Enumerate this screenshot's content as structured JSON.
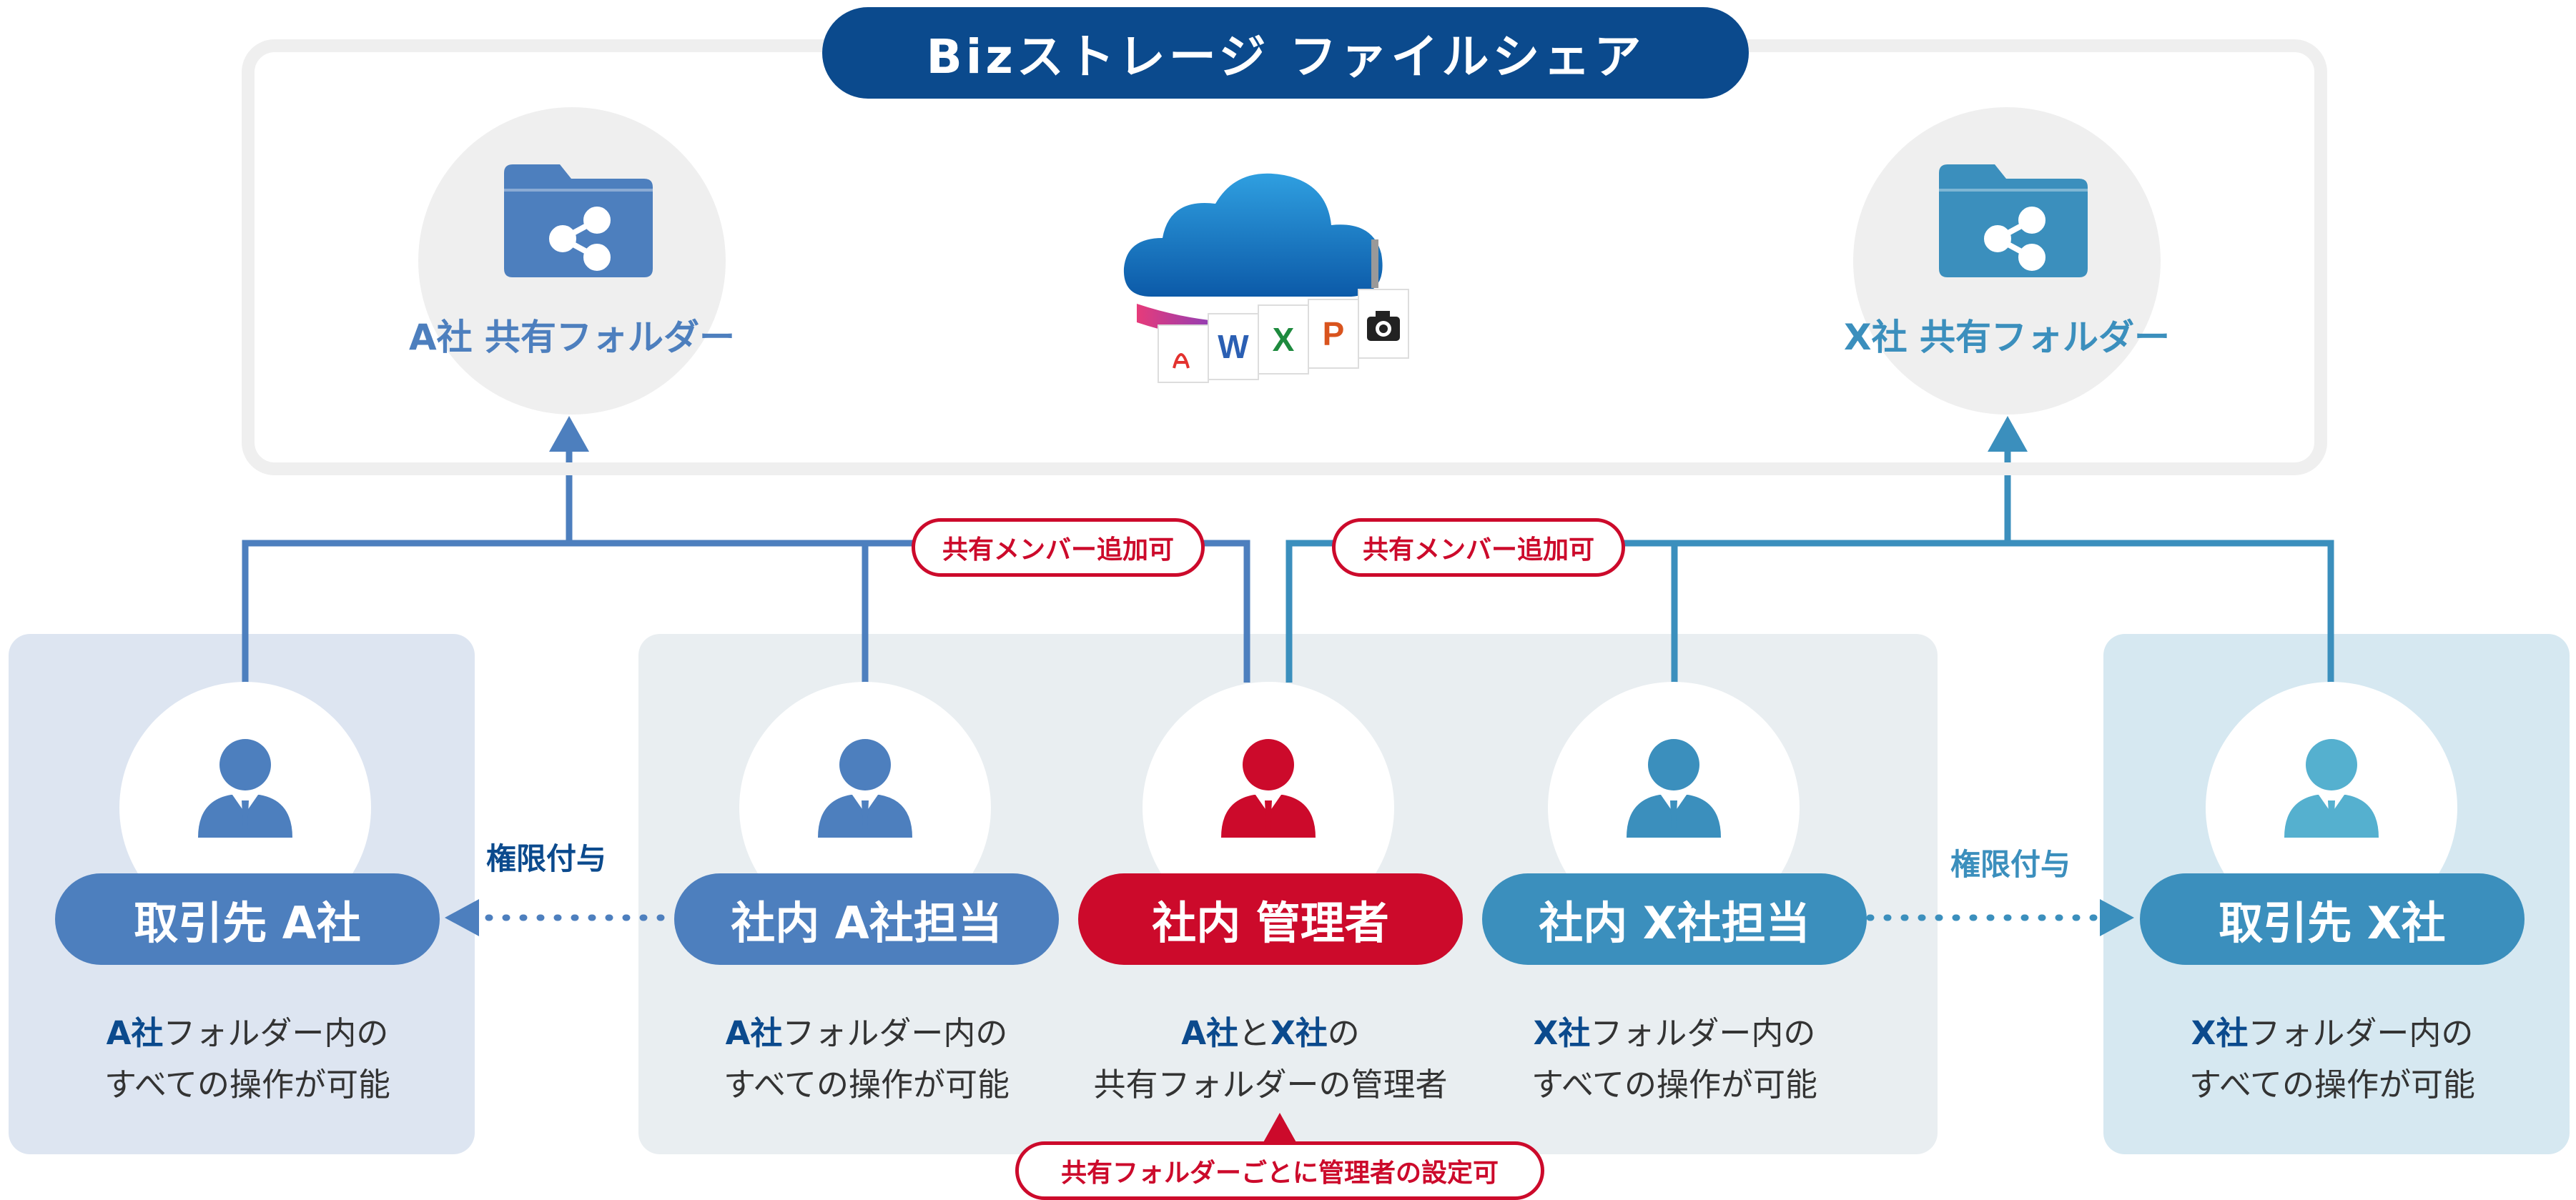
{
  "title": "Bizストレージ ファイルシェア",
  "folders": {
    "a": {
      "label": "A社 共有フォルダー",
      "color": "#4d7fbe"
    },
    "x": {
      "label": "X社 共有フォルダー",
      "color": "#3b8fbd"
    }
  },
  "cloud": {
    "app_letters": [
      "W",
      "X",
      "P"
    ]
  },
  "tags": {
    "member_add": "共有メンバー追加可",
    "admin_per_folder": "共有フォルダーごとに管理者の設定可"
  },
  "grant_label": "権限付与",
  "roles": [
    {
      "key": "partner_a",
      "label": "取引先 A社",
      "desc_bold": "A社",
      "desc_rest": "フォルダー内の",
      "desc_line2": "すべての操作が可能",
      "color": "#4d7fbe"
    },
    {
      "key": "internal_a",
      "label": "社内 A社担当",
      "desc_bold": "A社",
      "desc_rest": "フォルダー内の",
      "desc_line2": "すべての操作が可能",
      "color": "#4d7fbe"
    },
    {
      "key": "admin",
      "label": "社内 管理者",
      "desc_bold": "A社",
      "desc_mid": "と",
      "desc_bold2": "X社",
      "desc_rest": "の",
      "desc_line2": "共有フォルダーの管理者",
      "color": "#cc0a2b"
    },
    {
      "key": "internal_x",
      "label": "社内 X社担当",
      "desc_bold": "X社",
      "desc_rest": "フォルダー内の",
      "desc_line2": "すべての操作が可能",
      "color": "#3b8fbd"
    },
    {
      "key": "partner_x",
      "label": "取引先 X社",
      "desc_bold": "X社",
      "desc_rest": "フォルダー内の",
      "desc_line2": "すべての操作が可能",
      "color": "#3b8fbd"
    }
  ],
  "colors": {
    "title_bg": "#0b4a8d",
    "blue_a": "#4d7fbe",
    "blue_x": "#3b8fbd",
    "red": "#cc0a2b",
    "area_a": "#dde5f1",
    "area_internal": "#e9eef1",
    "area_x": "#d6e8f1"
  }
}
